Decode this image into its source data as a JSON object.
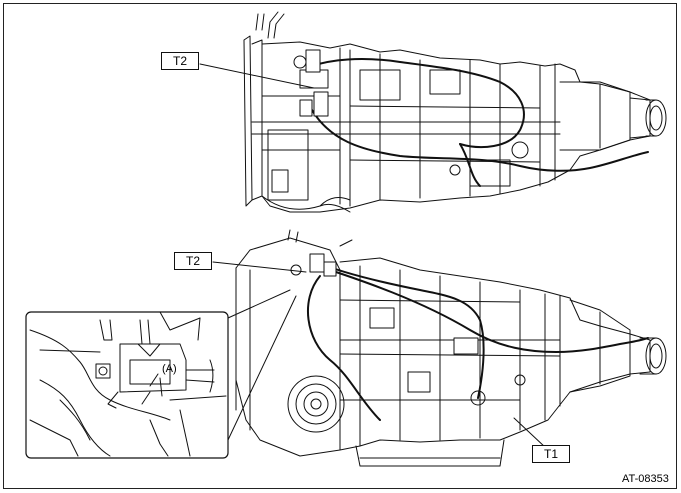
{
  "figure": {
    "code": "AT-08353",
    "callouts": {
      "top_t2": "T2",
      "bottom_t2": "T2",
      "t1": "T1"
    },
    "inset_label": "(A)"
  },
  "colors": {
    "line": "#111111",
    "background": "#ffffff"
  }
}
